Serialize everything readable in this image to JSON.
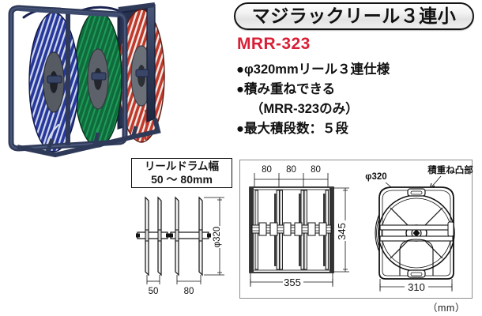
{
  "title": {
    "text": "マジラックリール３連小"
  },
  "model_code": "MRR-323",
  "specs": [
    {
      "text": "●φ320mmリール３連仕様",
      "indent": false
    },
    {
      "text": "●積み重ねできる",
      "indent": false
    },
    {
      "text": "（MRR-323のみ）",
      "indent": true
    },
    {
      "text": "●最大積段数：５段",
      "indent": false
    }
  ],
  "photo": {
    "alt": "マジラックリール３連小 製品写真",
    "frame_color": "#2f3a59",
    "frame_dark": "#1d2740",
    "frame_light": "#4a5779",
    "reels": [
      {
        "name": "blue-cable-reel",
        "color": "#27379a",
        "highlight": "#e8ecf5"
      },
      {
        "name": "green-cable-reel",
        "color": "#0f6b3c",
        "highlight": "#dfeee4"
      },
      {
        "name": "red-cable-reel",
        "color": "#c0392b",
        "highlight": "#f6ece9"
      }
    ]
  },
  "drum_panel": {
    "label_line1": "リールドラム幅",
    "label_line2": "50 ～ 80mm",
    "dim_diameter": "φ320",
    "dim_narrow": "50",
    "dim_wide": "80"
  },
  "front_view": {
    "dim_reel_widths": [
      "80",
      "80",
      "80"
    ],
    "dim_total_width": "355",
    "dim_height": "345"
  },
  "side_view": {
    "dim_diameter": "φ320",
    "annotation": "積重ね凸部",
    "dim_width": "310"
  },
  "unit_label": "（mm）",
  "colors": {
    "accent_red": "#d81f35",
    "line": "#111111",
    "panel_border": "#8e8e8e"
  }
}
